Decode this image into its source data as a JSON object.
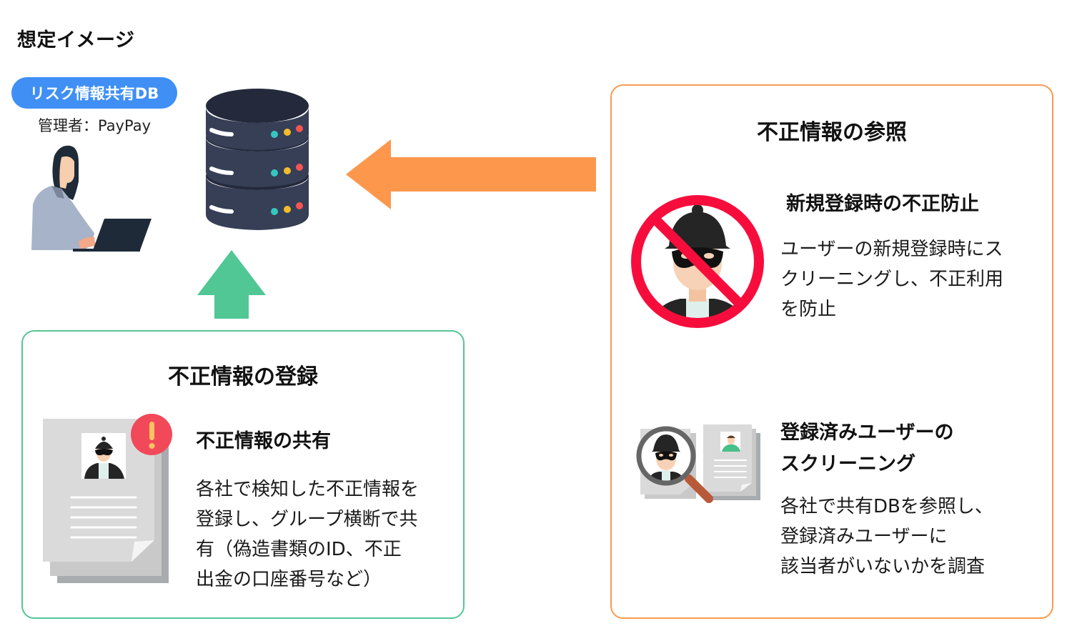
{
  "page": {
    "title": "想定イメージ"
  },
  "database": {
    "badge_label": "リスク情報共有DB",
    "admin_label": "管理者：PayPay",
    "icon": "server-database-icon"
  },
  "colors": {
    "badge_blue": "#3f8ff5",
    "register_green": "#55c596",
    "reference_orange": "#f79b4f",
    "arrow_orange": "#fd974c",
    "arrow_green": "#50c795",
    "prohibit_red": "#f70d3c",
    "alert_red": "#f1495a"
  },
  "register_panel": {
    "title": "不正情報の登録",
    "item": {
      "icon": "flagged-document-icon",
      "title": "不正情報の共有",
      "text_lines": [
        "各社で検知した不正情報を",
        "登録し、グループ横断で共",
        "有（偽造書類のID、不正",
        "出金の口座番号など）"
      ]
    }
  },
  "reference_panel": {
    "title": "不正情報の参照",
    "items": [
      {
        "icon": "prohibited-fraudster-icon",
        "title_lines": [
          "新規登録時の不正防止"
        ],
        "text_lines": [
          "ユーザーの新規登録時にス",
          "クリーニングし、不正利用",
          "を防止"
        ]
      },
      {
        "icon": "magnifier-screening-icon",
        "title_lines": [
          "登録済みユーザーの",
          "スクリーニング"
        ],
        "text_lines": [
          "各社で共有DBを参照し、",
          "登録済みユーザーに",
          "該当者がいないかを調査"
        ]
      }
    ]
  }
}
